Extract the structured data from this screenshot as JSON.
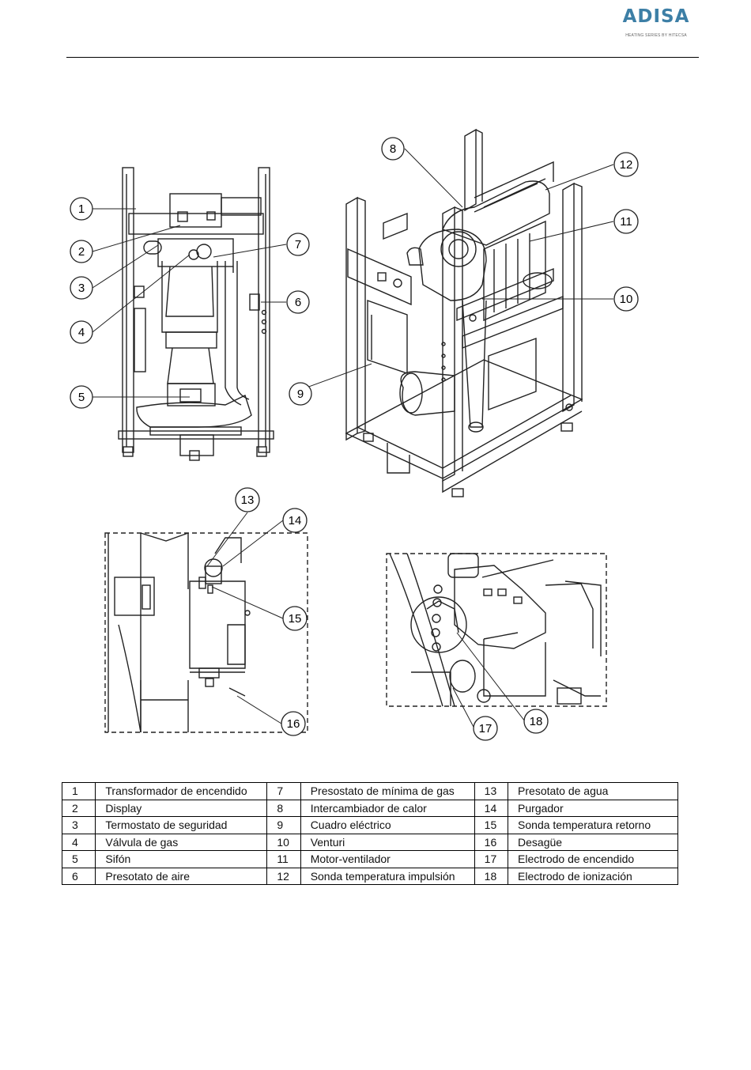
{
  "header": {
    "logo_text": "ADISA",
    "logo_subtext": "HEATING SERIES BY HITECSA",
    "brand_color": "#3d7fa6"
  },
  "diagram": {
    "callouts": [
      "1",
      "2",
      "3",
      "4",
      "5",
      "6",
      "7",
      "8",
      "9",
      "10",
      "11",
      "12",
      "13",
      "14",
      "15",
      "16",
      "17",
      "18"
    ]
  },
  "parts_table": {
    "rows": [
      [
        {
          "num": "1",
          "name": "Transformador de encendido"
        },
        {
          "num": "7",
          "name": "Presostato de mínima de gas"
        },
        {
          "num": "13",
          "name": "Presotato de agua"
        }
      ],
      [
        {
          "num": "2",
          "name": "Display"
        },
        {
          "num": "8",
          "name": "Intercambiador de calor"
        },
        {
          "num": "14",
          "name": "Purgador"
        }
      ],
      [
        {
          "num": "3",
          "name": "Termostato de seguridad"
        },
        {
          "num": "9",
          "name": "Cuadro eléctrico"
        },
        {
          "num": "15",
          "name": "Sonda temperatura retorno"
        }
      ],
      [
        {
          "num": "4",
          "name": "Válvula de gas"
        },
        {
          "num": "10",
          "name": "Venturi"
        },
        {
          "num": "16",
          "name": "Desagüe"
        }
      ],
      [
        {
          "num": "5",
          "name": "Sifón"
        },
        {
          "num": "11",
          "name": "Motor-ventilador"
        },
        {
          "num": "17",
          "name": "Electrodo de encendido"
        }
      ],
      [
        {
          "num": "6",
          "name": "Presotato de aire"
        },
        {
          "num": "12",
          "name": "Sonda temperatura impulsión"
        },
        {
          "num": "18",
          "name": "Electrodo de ionización"
        }
      ]
    ]
  }
}
